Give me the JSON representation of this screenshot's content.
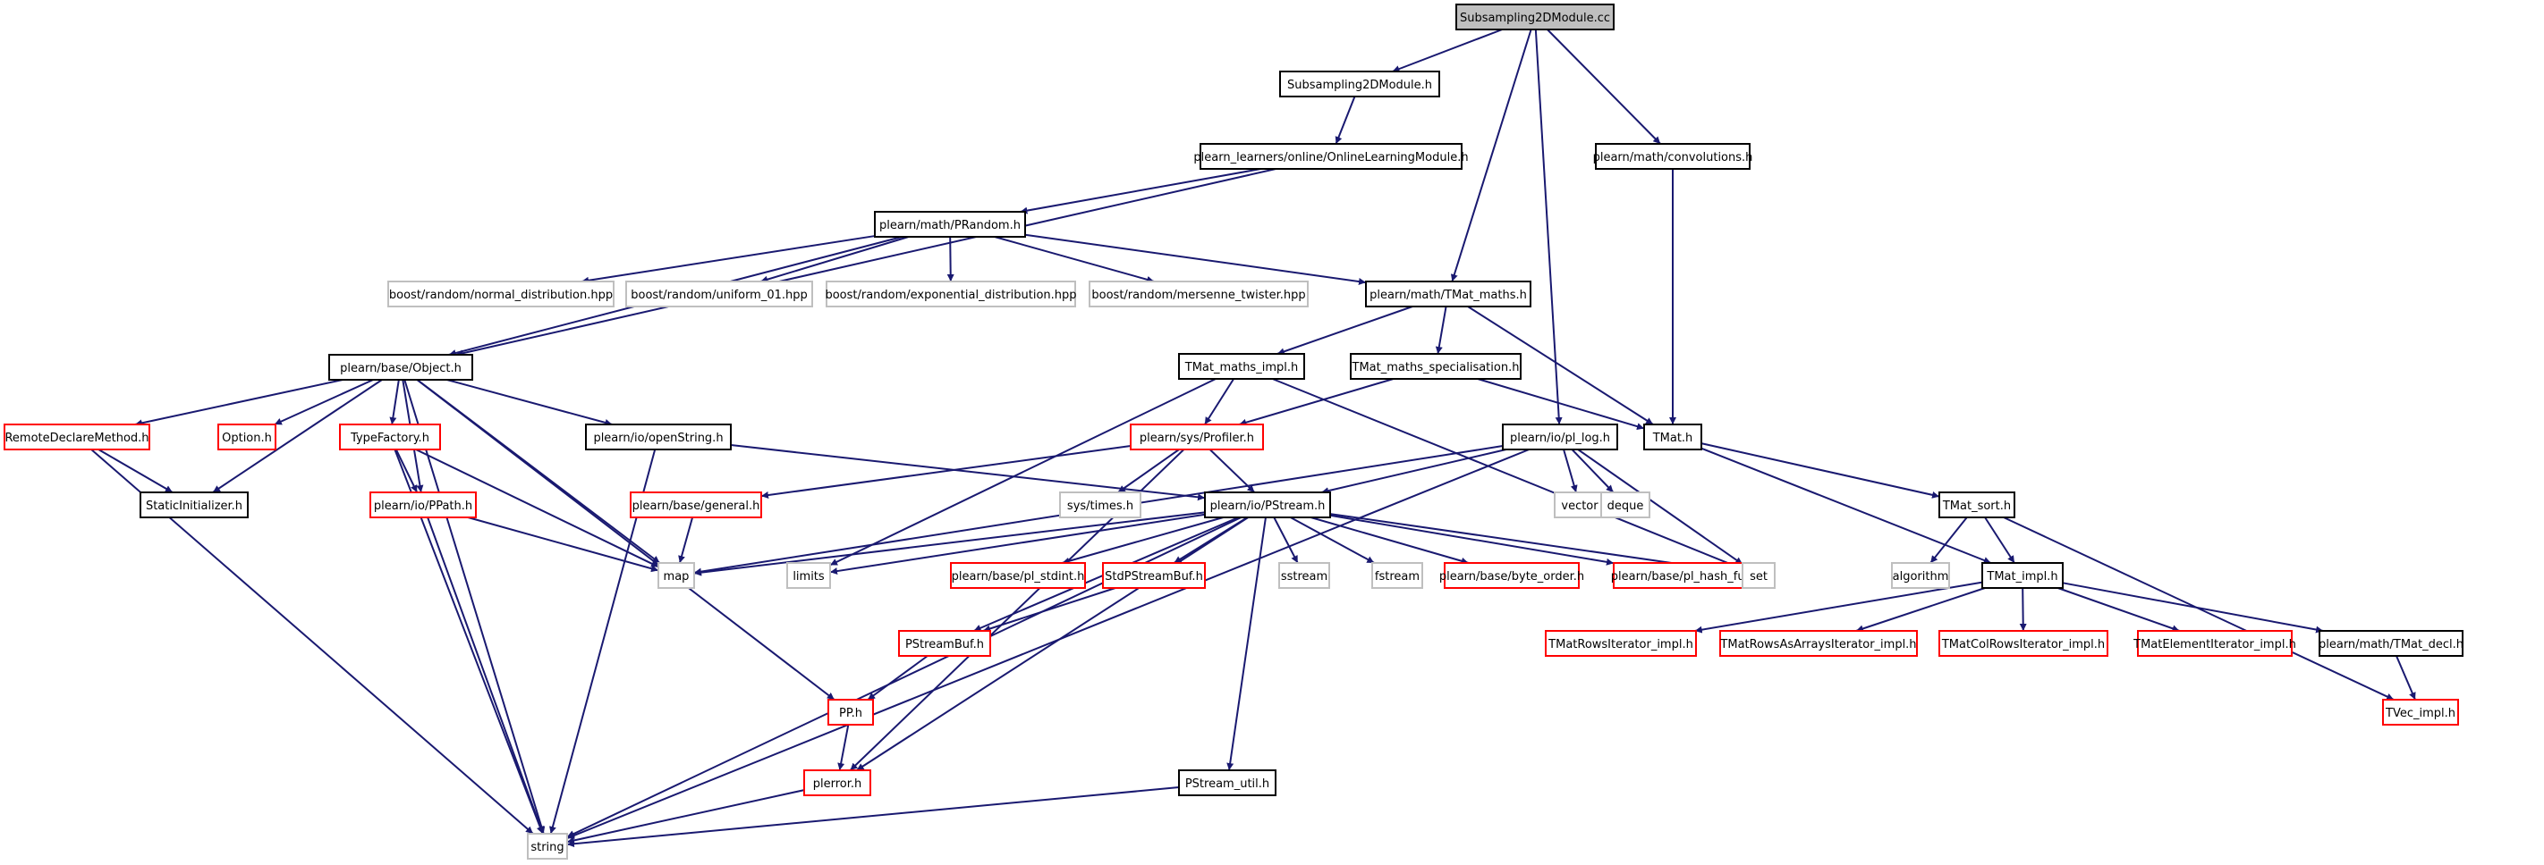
{
  "diagram": {
    "type": "include-dependency-graph",
    "colors": {
      "edge": "#191970",
      "root_fill": "#bfbfbf",
      "normal_border": "#000000",
      "truncated_border": "#ff0000",
      "external_border": "#bfbfbf",
      "text": "#000000"
    },
    "nodes": [
      {
        "id": "n_root",
        "label": "Subsampling2DModule.cc",
        "kind": "root"
      },
      {
        "id": "n_subh",
        "label": "Subsampling2DModule.h",
        "kind": "normal"
      },
      {
        "id": "n_olm",
        "label": "plearn_learners/online/OnlineLearningModule.h",
        "kind": "normal"
      },
      {
        "id": "n_conv",
        "label": "plearn/math/convolutions.h",
        "kind": "normal"
      },
      {
        "id": "n_prandom",
        "label": "plearn/math/PRandom.h",
        "kind": "normal"
      },
      {
        "id": "n_normal",
        "label": "boost/random/normal_distribution.hpp",
        "kind": "external"
      },
      {
        "id": "n_uniform",
        "label": "boost/random/uniform_01.hpp",
        "kind": "external"
      },
      {
        "id": "n_expo",
        "label": "boost/random/exponential_distribution.hpp",
        "kind": "external"
      },
      {
        "id": "n_mersenne",
        "label": "boost/random/mersenne_twister.hpp",
        "kind": "external"
      },
      {
        "id": "n_tmaths",
        "label": "plearn/math/TMat_maths.h",
        "kind": "normal"
      },
      {
        "id": "n_object",
        "label": "plearn/base/Object.h",
        "kind": "normal"
      },
      {
        "id": "n_tmimpl",
        "label": "TMat_maths_impl.h",
        "kind": "normal"
      },
      {
        "id": "n_tmspec",
        "label": "TMat_maths_specialisation.h",
        "kind": "normal"
      },
      {
        "id": "n_tmat",
        "label": "TMat.h",
        "kind": "normal"
      },
      {
        "id": "n_remote",
        "label": "RemoteDeclareMethod.h",
        "kind": "truncated"
      },
      {
        "id": "n_option",
        "label": "Option.h",
        "kind": "truncated"
      },
      {
        "id": "n_tfact",
        "label": "TypeFactory.h",
        "kind": "truncated"
      },
      {
        "id": "n_openstr",
        "label": "plearn/io/openString.h",
        "kind": "normal"
      },
      {
        "id": "n_profiler",
        "label": "plearn/sys/Profiler.h",
        "kind": "truncated"
      },
      {
        "id": "n_pllog",
        "label": "plearn/io/pl_log.h",
        "kind": "normal"
      },
      {
        "id": "n_static",
        "label": "StaticInitializer.h",
        "kind": "normal"
      },
      {
        "id": "n_ppath",
        "label": "plearn/io/PPath.h",
        "kind": "truncated"
      },
      {
        "id": "n_general",
        "label": "plearn/base/general.h",
        "kind": "truncated"
      },
      {
        "id": "n_systimes",
        "label": "sys/times.h",
        "kind": "external"
      },
      {
        "id": "n_pstream",
        "label": "plearn/io/PStream.h",
        "kind": "normal"
      },
      {
        "id": "n_vector",
        "label": "vector",
        "kind": "external"
      },
      {
        "id": "n_deque",
        "label": "deque",
        "kind": "external"
      },
      {
        "id": "n_tmsort",
        "label": "TMat_sort.h",
        "kind": "normal"
      },
      {
        "id": "n_map",
        "label": "map",
        "kind": "external"
      },
      {
        "id": "n_limits",
        "label": "limits",
        "kind": "external"
      },
      {
        "id": "n_stdint",
        "label": "plearn/base/pl_stdint.h",
        "kind": "truncated"
      },
      {
        "id": "n_stdpsbuf",
        "label": "StdPStreamBuf.h",
        "kind": "truncated"
      },
      {
        "id": "n_sstream",
        "label": "sstream",
        "kind": "external"
      },
      {
        "id": "n_fstream",
        "label": "fstream",
        "kind": "external"
      },
      {
        "id": "n_byteord",
        "label": "plearn/base/byte_order.h",
        "kind": "truncated"
      },
      {
        "id": "n_hashfun",
        "label": "plearn/base/pl_hash_fun.h",
        "kind": "truncated"
      },
      {
        "id": "n_set",
        "label": "set",
        "kind": "external"
      },
      {
        "id": "n_algorithm",
        "label": "algorithm",
        "kind": "external"
      },
      {
        "id": "n_tmatimpl",
        "label": "TMat_impl.h",
        "kind": "normal"
      },
      {
        "id": "n_psbuf",
        "label": "PStreamBuf.h",
        "kind": "truncated"
      },
      {
        "id": "n_rowsit",
        "label": "TMatRowsIterator_impl.h",
        "kind": "truncated"
      },
      {
        "id": "n_rowsarr",
        "label": "TMatRowsAsArraysIterator_impl.h",
        "kind": "truncated"
      },
      {
        "id": "n_colrows",
        "label": "TMatColRowsIterator_impl.h",
        "kind": "truncated"
      },
      {
        "id": "n_elemit",
        "label": "TMatElementIterator_impl.h",
        "kind": "truncated"
      },
      {
        "id": "n_tmdecl",
        "label": "plearn/math/TMat_decl.h",
        "kind": "normal"
      },
      {
        "id": "n_pph",
        "label": "PP.h",
        "kind": "truncated"
      },
      {
        "id": "n_tvec",
        "label": "TVec_impl.h",
        "kind": "truncated"
      },
      {
        "id": "n_plerror",
        "label": "plerror.h",
        "kind": "truncated"
      },
      {
        "id": "n_psutil",
        "label": "PStream_util.h",
        "kind": "normal"
      },
      {
        "id": "n_string",
        "label": "string",
        "kind": "external"
      }
    ],
    "edges": [
      [
        "n_root",
        "n_subh"
      ],
      [
        "n_root",
        "n_tmaths"
      ],
      [
        "n_root",
        "n_pllog"
      ],
      [
        "n_root",
        "n_conv"
      ],
      [
        "n_subh",
        "n_olm"
      ],
      [
        "n_olm",
        "n_prandom"
      ],
      [
        "n_olm",
        "n_object"
      ],
      [
        "n_conv",
        "n_tmat"
      ],
      [
        "n_prandom",
        "n_object"
      ],
      [
        "n_prandom",
        "n_normal"
      ],
      [
        "n_prandom",
        "n_uniform"
      ],
      [
        "n_prandom",
        "n_expo"
      ],
      [
        "n_prandom",
        "n_mersenne"
      ],
      [
        "n_prandom",
        "n_tmaths"
      ],
      [
        "n_tmaths",
        "n_tmimpl"
      ],
      [
        "n_tmaths",
        "n_tmspec"
      ],
      [
        "n_tmaths",
        "n_tmat"
      ],
      [
        "n_tmimpl",
        "n_profiler"
      ],
      [
        "n_tmimpl",
        "n_limits"
      ],
      [
        "n_tmimpl",
        "n_set"
      ],
      [
        "n_tmspec",
        "n_profiler"
      ],
      [
        "n_tmspec",
        "n_tmat"
      ],
      [
        "n_object",
        "n_remote"
      ],
      [
        "n_object",
        "n_option"
      ],
      [
        "n_object",
        "n_tfact"
      ],
      [
        "n_object",
        "n_static"
      ],
      [
        "n_object",
        "n_ppath"
      ],
      [
        "n_object",
        "n_map"
      ],
      [
        "n_object",
        "n_string"
      ],
      [
        "n_object",
        "n_openstr"
      ],
      [
        "n_object",
        "n_pph"
      ],
      [
        "n_remote",
        "n_static"
      ],
      [
        "n_remote",
        "n_string"
      ],
      [
        "n_tfact",
        "n_ppath"
      ],
      [
        "n_tfact",
        "n_map"
      ],
      [
        "n_tfact",
        "n_string"
      ],
      [
        "n_openstr",
        "n_pstream"
      ],
      [
        "n_openstr",
        "n_string"
      ],
      [
        "n_profiler",
        "n_general"
      ],
      [
        "n_profiler",
        "n_systimes"
      ],
      [
        "n_profiler",
        "n_pstream"
      ],
      [
        "n_profiler",
        "n_plerror"
      ],
      [
        "n_pllog",
        "n_pstream"
      ],
      [
        "n_pllog",
        "n_vector"
      ],
      [
        "n_pllog",
        "n_deque"
      ],
      [
        "n_pllog",
        "n_set"
      ],
      [
        "n_pllog",
        "n_map"
      ],
      [
        "n_pllog",
        "n_string"
      ],
      [
        "n_tmat",
        "n_tmsort"
      ],
      [
        "n_tmat",
        "n_tmatimpl"
      ],
      [
        "n_ppath",
        "n_map"
      ],
      [
        "n_ppath",
        "n_string"
      ],
      [
        "n_general",
        "n_map"
      ],
      [
        "n_pstream",
        "n_map"
      ],
      [
        "n_pstream",
        "n_limits"
      ],
      [
        "n_pstream",
        "n_stdint"
      ],
      [
        "n_pstream",
        "n_stdpsbuf"
      ],
      [
        "n_pstream",
        "n_sstream"
      ],
      [
        "n_pstream",
        "n_fstream"
      ],
      [
        "n_pstream",
        "n_byteord"
      ],
      [
        "n_pstream",
        "n_hashfun"
      ],
      [
        "n_pstream",
        "n_set"
      ],
      [
        "n_pstream",
        "n_psbuf"
      ],
      [
        "n_pstream",
        "n_plerror"
      ],
      [
        "n_pstream",
        "n_psutil"
      ],
      [
        "n_pstream",
        "n_string"
      ],
      [
        "n_tmsort",
        "n_algorithm"
      ],
      [
        "n_tmsort",
        "n_tmatimpl"
      ],
      [
        "n_tmsort",
        "n_tvec"
      ],
      [
        "n_tmatimpl",
        "n_rowsit"
      ],
      [
        "n_tmatimpl",
        "n_rowsarr"
      ],
      [
        "n_tmatimpl",
        "n_colrows"
      ],
      [
        "n_tmatimpl",
        "n_elemit"
      ],
      [
        "n_tmatimpl",
        "n_tmdecl"
      ],
      [
        "n_tmdecl",
        "n_tvec"
      ],
      [
        "n_stdpsbuf",
        "n_psbuf"
      ],
      [
        "n_psbuf",
        "n_pph"
      ],
      [
        "n_pph",
        "n_plerror"
      ],
      [
        "n_plerror",
        "n_string"
      ],
      [
        "n_psutil",
        "n_string"
      ]
    ]
  }
}
